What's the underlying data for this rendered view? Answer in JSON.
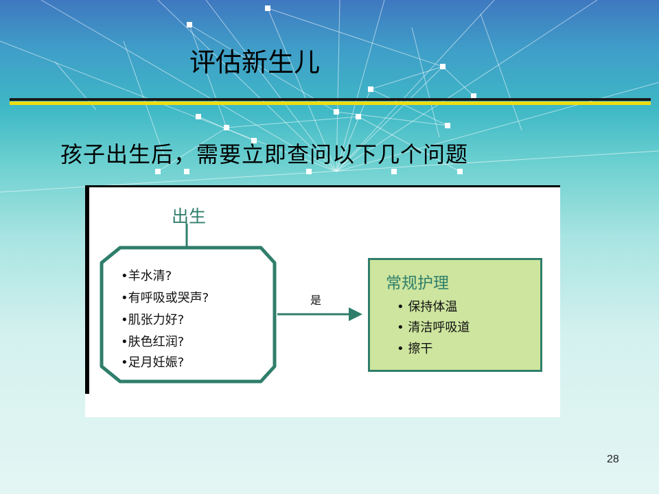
{
  "slide": {
    "title": "评估新生儿",
    "subtitle": "孩子出生后，需要立即查问以下几个问题",
    "page_number": "28"
  },
  "diagram": {
    "start_label": "出生",
    "questions": [
      "•羊水清?",
      "•有呼吸或哭声?",
      "•肌张力好?",
      "•肤色红润?",
      "•足月妊娠?"
    ],
    "arrow_label": "是",
    "care_title": "常规护理",
    "care_items": [
      "• 保持体温",
      "• 清洁呼吸道",
      "• 擦干"
    ]
  },
  "colors": {
    "accent_green": "#2f7e6b",
    "care_box_fill": "#cde59e",
    "rule_yellow": "#eedd11"
  }
}
